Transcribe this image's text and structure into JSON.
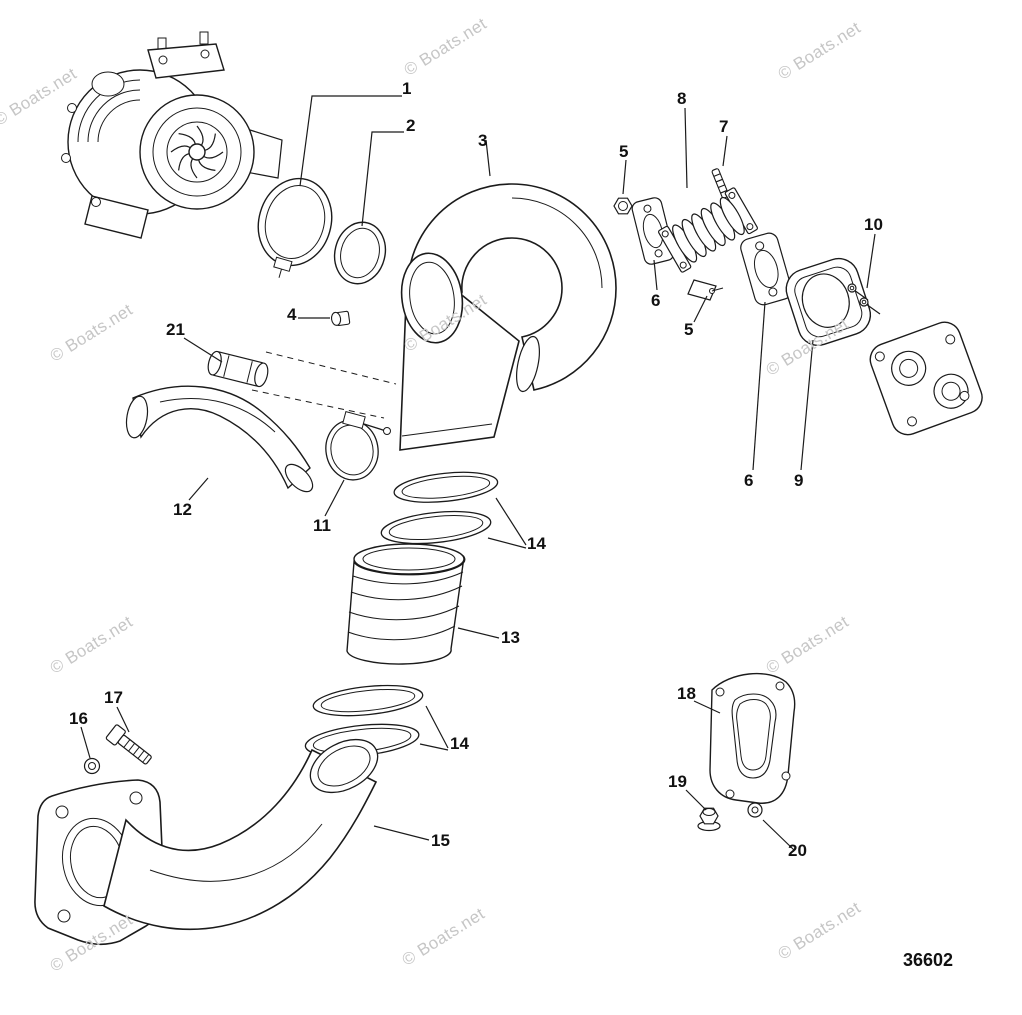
{
  "watermark": {
    "text": "© Boats.net"
  },
  "diagram": {
    "number": "36602"
  },
  "callouts": [
    {
      "label": "1"
    },
    {
      "label": "2"
    },
    {
      "label": "3"
    },
    {
      "label": "4"
    },
    {
      "label": "5"
    },
    {
      "label": "7"
    },
    {
      "label": "8"
    },
    {
      "label": "6"
    },
    {
      "label": "5"
    },
    {
      "label": "10"
    },
    {
      "label": "6"
    },
    {
      "label": "9"
    },
    {
      "label": "21"
    },
    {
      "label": "12"
    },
    {
      "label": "11"
    },
    {
      "label": "14"
    },
    {
      "label": "13"
    },
    {
      "label": "14"
    },
    {
      "label": "16"
    },
    {
      "label": "17"
    },
    {
      "label": "15"
    },
    {
      "label": "18"
    },
    {
      "label": "19"
    },
    {
      "label": "20"
    }
  ]
}
